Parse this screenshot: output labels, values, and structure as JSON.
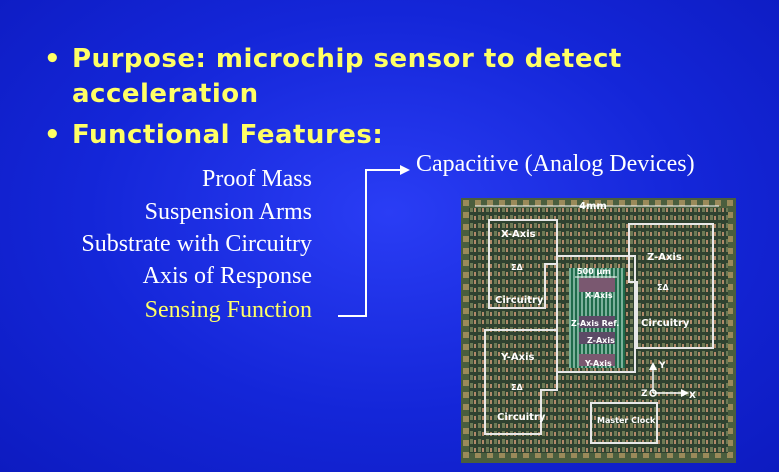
{
  "bullets": [
    {
      "line1": "Purpose:  microchip sensor to detect",
      "line2": "acceleration"
    },
    {
      "line1": "Functional Features:"
    }
  ],
  "features": [
    "Proof Mass",
    "Suspension Arms",
    "Substrate with Circuitry",
    "Axis of Response ",
    "Sensing Function"
  ],
  "highlighted_feature": "Sensing Function",
  "capacitive_label": "Capacitive (Analog Devices)",
  "chip": {
    "width_label": "4mm",
    "scale_label": "500 μm",
    "blocks": [
      "X-Axis",
      "Z-Axis",
      "Circuitry",
      "Circuitry",
      "Y-Axis",
      "Circuitry",
      "Master Clock"
    ],
    "core_labels": [
      "X-Axis",
      "Z-Axis Ref.",
      "Z-Axis",
      "Y-Axis"
    ],
    "sigma_delta": "ΣΔ",
    "axis_labels": [
      "Y",
      "Z",
      "X"
    ]
  },
  "colors": {
    "background": "#1426d8",
    "highlight": "#ffff66",
    "text": "#ffffff"
  }
}
